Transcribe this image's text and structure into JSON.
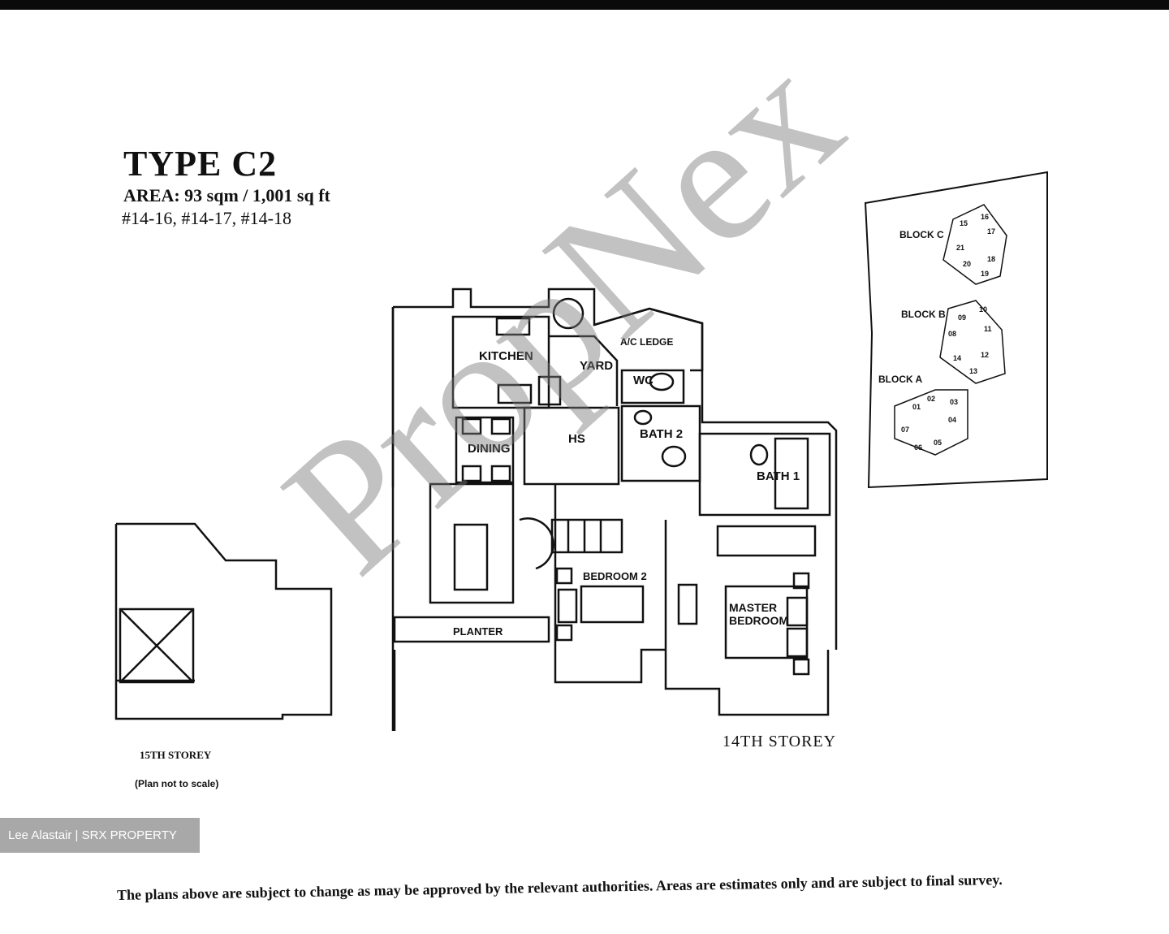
{
  "header": {
    "title": "TYPE C2",
    "area": "AREA: 93 sqm / 1,001 sq ft",
    "units": "#14-16, #14-17, #14-18"
  },
  "rooms": {
    "kitchen": "KITCHEN",
    "yard": "YARD",
    "ac_ledge": "A/C LEDGE",
    "wc": "WC",
    "dining": "DINING",
    "hs": "HS",
    "bath2": "BATH 2",
    "bath1": "BATH 1",
    "bedroom2": "BEDROOM 2",
    "master_bedroom_line1": "MASTER",
    "master_bedroom_line2": "BEDROOM",
    "planter": "PLANTER"
  },
  "storeys": {
    "lower": "14TH STOREY",
    "upper": "15TH STOREY",
    "scale_note": "(Plan not to scale)"
  },
  "key_plan": {
    "block_c": "BLOCK C",
    "block_b": "BLOCK B",
    "block_a": "BLOCK A",
    "block_c_units": [
      "15",
      "16",
      "17",
      "21",
      "18",
      "20",
      "19"
    ],
    "block_b_units": [
      "09",
      "10",
      "08",
      "11",
      "14",
      "12",
      "13"
    ],
    "block_a_units": [
      "01",
      "02",
      "03",
      "04",
      "07",
      "06",
      "05"
    ]
  },
  "watermark": "PropNex",
  "credit": "Lee Alastair | SRX PROPERTY",
  "disclaimer": "The plans above are subject to change as may be approved by the relevant authorities. Areas are estimates only and are subject to final survey."
}
